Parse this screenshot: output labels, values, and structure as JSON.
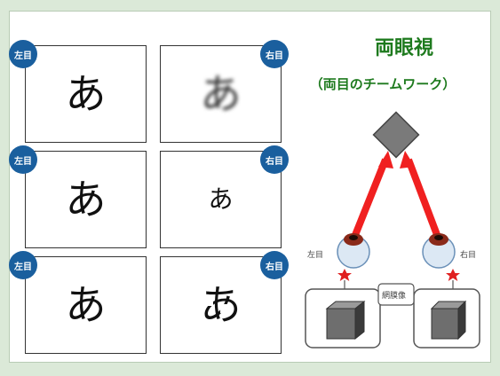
{
  "title": "両眼視",
  "subtitle": "（両目のチームワーク）",
  "badges": {
    "left": "左目",
    "right": "右目"
  },
  "rows": [
    {
      "left_glyph": "あ",
      "right_glyph": "あ",
      "right_state": "blurred"
    },
    {
      "left_glyph": "あ",
      "right_glyph": "あ",
      "right_state": "smaller"
    },
    {
      "left_glyph": "あ",
      "right_glyph": "あ",
      "right_state": "partially missing"
    }
  ],
  "diagram": {
    "left_eye_label": "左目",
    "right_eye_label": "右目",
    "retina_label": "網膜像",
    "colors": {
      "arrow": "#f02020",
      "star": "#e02020",
      "eye_iris": "#8a2a1a",
      "eye_white": "#dce8f4",
      "cube_front": "#6e6e6e",
      "cube_side": "#3a3a3a",
      "diamond": "#7a7a7a"
    }
  },
  "colors": {
    "background": "#dbe9d8",
    "badge": "#1a5f9e",
    "title": "#1e7a1e"
  }
}
